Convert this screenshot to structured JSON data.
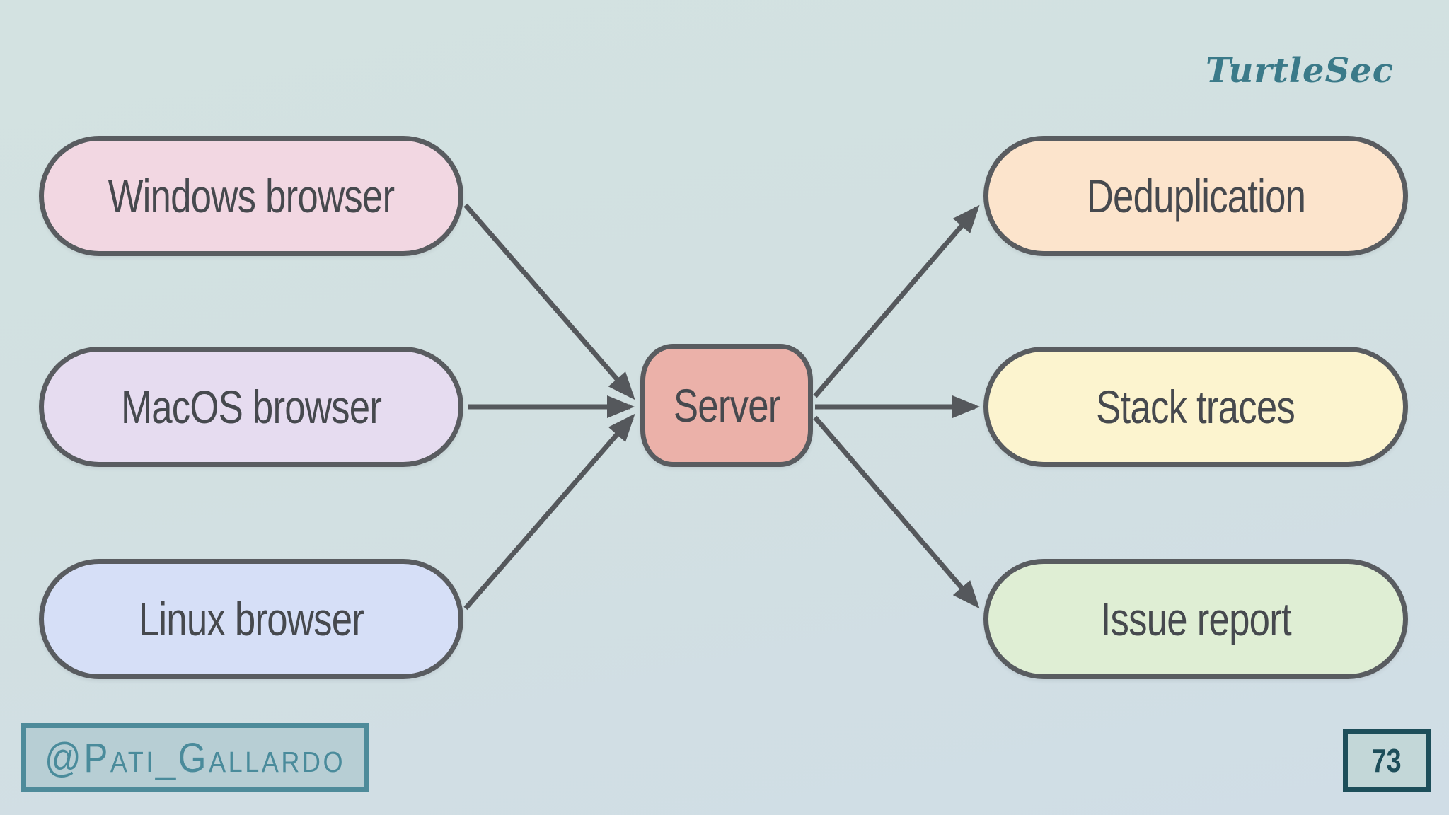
{
  "slide": {
    "brand": "TurtleSec",
    "handle": "@Pati_Gallardo",
    "page_number": "73"
  },
  "colors": {
    "background_top": "#d3e2e1",
    "background_bottom": "#d0dde6",
    "node_border": "#595c60",
    "node_text": "#46494e",
    "arrow": "#55585c",
    "brand_teal": "#3b7a89",
    "badge_border": "#4e8b9a",
    "badge_fill": "#b7ced4",
    "page_box_border": "#1d4e5a"
  },
  "diagram": {
    "sources": [
      {
        "id": "windows",
        "label": "Windows browser",
        "fill": "#f2d7e2"
      },
      {
        "id": "macos",
        "label": "MacOS browser",
        "fill": "#e6dcf0"
      },
      {
        "id": "linux",
        "label": "Linux browser",
        "fill": "#d6dff7"
      }
    ],
    "hub": {
      "id": "server",
      "label": "Server",
      "fill": "#ebb1a9"
    },
    "outputs": [
      {
        "id": "deduplication",
        "label": "Deduplication",
        "fill": "#fce4cc"
      },
      {
        "id": "stack-traces",
        "label": "Stack traces",
        "fill": "#fcf4cf"
      },
      {
        "id": "issue-report",
        "label": "Issue report",
        "fill": "#dfeed4"
      }
    ],
    "edges": [
      {
        "from": "windows",
        "to": "server"
      },
      {
        "from": "macos",
        "to": "server"
      },
      {
        "from": "linux",
        "to": "server"
      },
      {
        "from": "server",
        "to": "deduplication"
      },
      {
        "from": "server",
        "to": "stack-traces"
      },
      {
        "from": "server",
        "to": "issue-report"
      }
    ]
  }
}
